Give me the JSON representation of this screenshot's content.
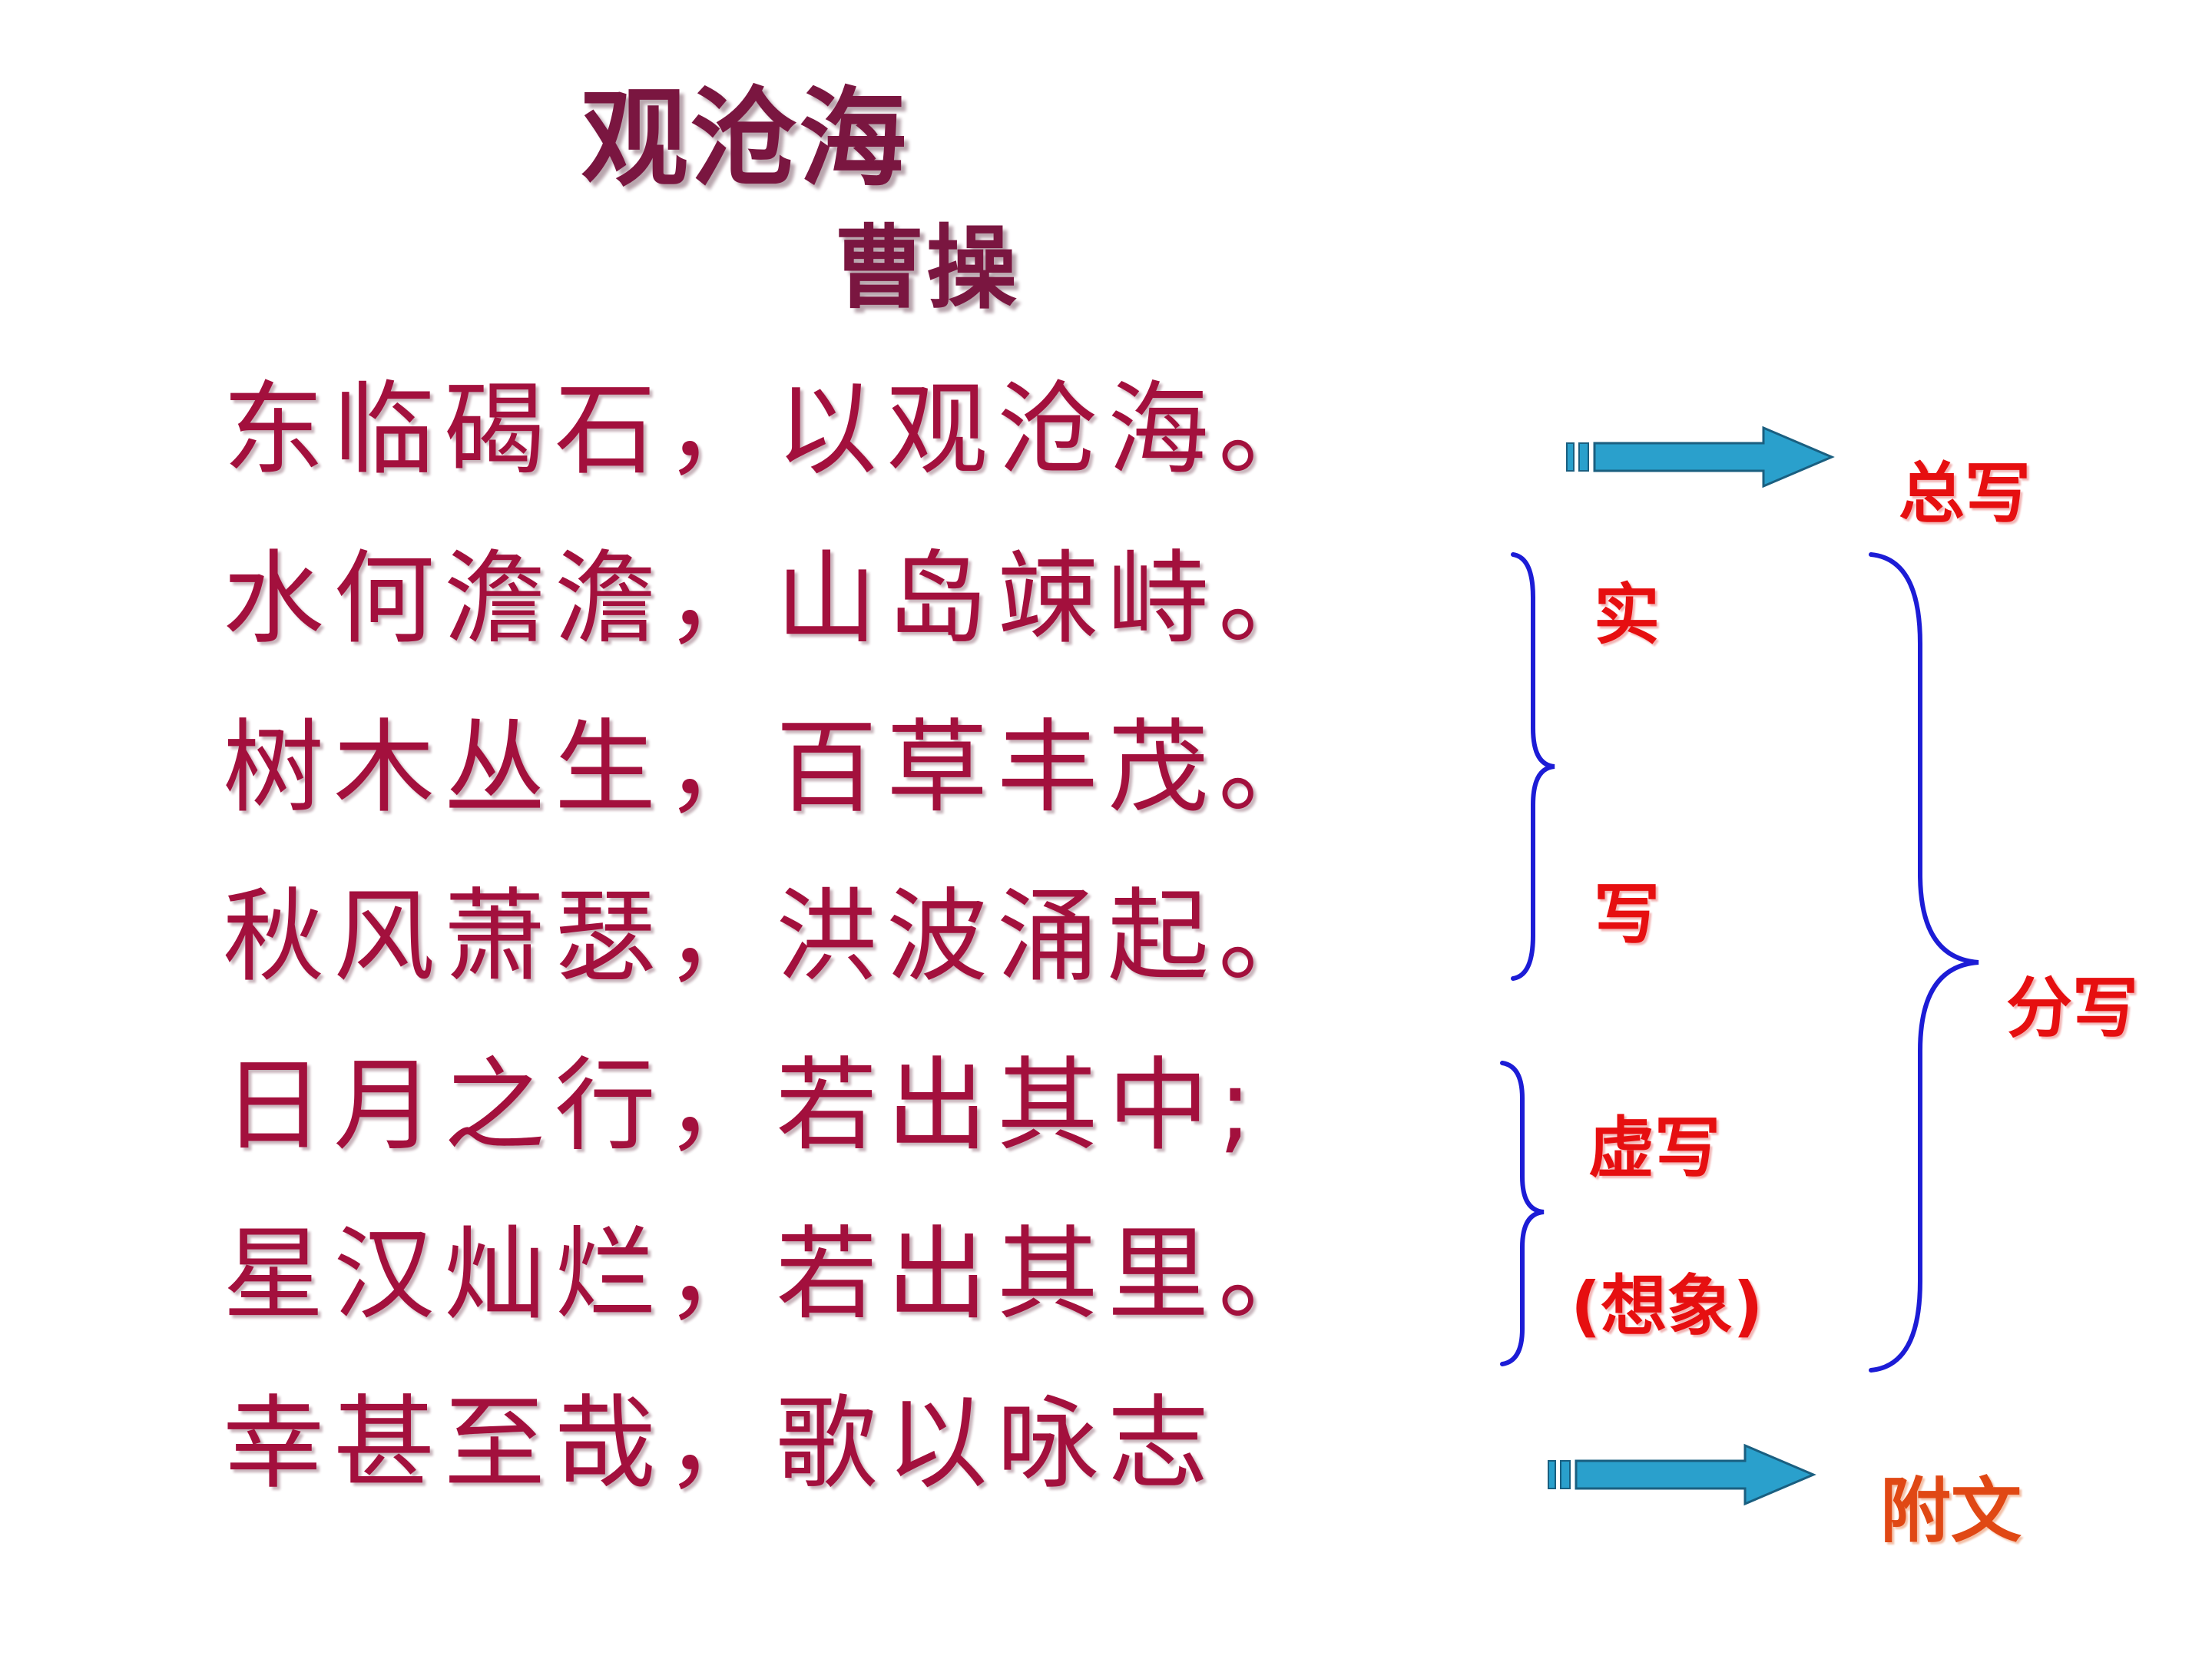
{
  "poem": {
    "title": "观沧海",
    "author": "曹操",
    "lines": [
      "东临碣石，以观沧海。",
      "水何澹澹，山岛竦峙。",
      "树木丛生，百草丰茂。",
      "秋风萧瑟，洪波涌起。",
      "日月之行，若出其中;",
      "星汉灿烂，若出其里。",
      "幸甚至哉，歌以咏志"
    ]
  },
  "annotations": {
    "zong_xie": "总写",
    "shi": "实",
    "xie": "写",
    "xu_xie": "虚写",
    "xiang_xiang": "(想象)",
    "fen_xie": "分写",
    "fu_wen": "附文"
  },
  "colors": {
    "title": "#7a1640",
    "poem_text": "#a3103d",
    "label_red": "#e60f10",
    "label_orange": "#e04814",
    "brace": "#1c1cd6",
    "arrow": "#2aa0cc"
  },
  "icons": {
    "arrow": "right-arrow-icon",
    "brace": "right-curly-brace"
  }
}
